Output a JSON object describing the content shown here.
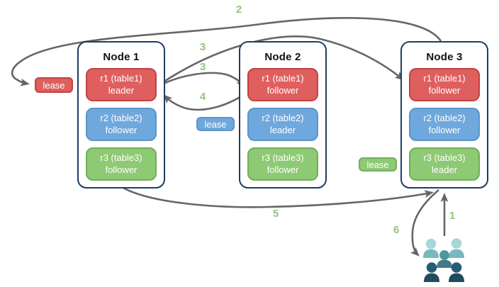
{
  "nodes": [
    {
      "title": "Node 1",
      "replicas": [
        {
          "name": "r1 (table1)",
          "role": "leader",
          "color": "#df5f5f"
        },
        {
          "name": "r2 (table2)",
          "role": "follower",
          "color": "#6fa8dc"
        },
        {
          "name": "r3 (table3)",
          "role": "follower",
          "color": "#8ec973"
        }
      ]
    },
    {
      "title": "Node 2",
      "replicas": [
        {
          "name": "r1 (table1)",
          "role": "follower",
          "color": "#df5f5f"
        },
        {
          "name": "r2 (table2)",
          "role": "leader",
          "color": "#6fa8dc"
        },
        {
          "name": "r3 (table3)",
          "role": "follower",
          "color": "#8ec973"
        }
      ]
    },
    {
      "title": "Node 3",
      "replicas": [
        {
          "name": "r1 (table1)",
          "role": "follower",
          "color": "#df5f5f"
        },
        {
          "name": "r2 (table2)",
          "role": "follower",
          "color": "#6fa8dc"
        },
        {
          "name": "r3 (table3)",
          "role": "leader",
          "color": "#8ec973"
        }
      ]
    }
  ],
  "leases": [
    {
      "label": "lease",
      "color": "#df5f5f"
    },
    {
      "label": "lease",
      "color": "#6fa8dc"
    },
    {
      "label": "lease",
      "color": "#8ec973"
    }
  ],
  "steps": {
    "s1": "1",
    "s2": "2",
    "s3a": "3",
    "s3b": "3",
    "s4": "4",
    "s5": "5",
    "s6": "6"
  },
  "icons": {
    "users": "users-icon"
  },
  "colors": {
    "node_border": "#1e3d64",
    "replica_red": "#df5f5f",
    "replica_blue": "#6fa8dc",
    "replica_green": "#8ec973",
    "arrow": "#666666",
    "step_label": "#93c47d",
    "users_light": "#a7d7d9",
    "users_medium": "#4e96a2",
    "users_dark": "#275d74"
  }
}
